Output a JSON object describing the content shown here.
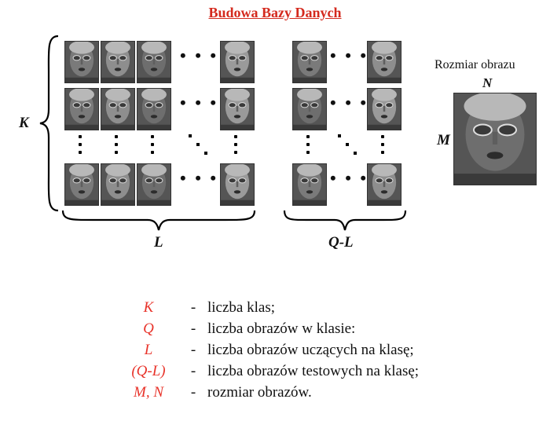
{
  "title": "Budowa Bazy Danych",
  "labels": {
    "K": "K",
    "L": "L",
    "QL": "Q-L",
    "M": "M",
    "N": "N",
    "size_caption": "Rozmiar obrazu"
  },
  "legend": [
    {
      "symbol": "K",
      "dash": "-",
      "desc": "liczba klas;"
    },
    {
      "symbol": "Q",
      "dash": "-",
      "desc": "liczba obrazów w klasie:"
    },
    {
      "symbol": "L",
      "dash": "-",
      "desc": "liczba obrazów uczących na klasę;"
    },
    {
      "symbol": "(Q-L)",
      "dash": "-",
      "desc": "liczba obrazów testowych na klasę;"
    },
    {
      "symbol": "M, N",
      "dash": "-",
      "desc": "rozmiar obrazów."
    }
  ],
  "colors": {
    "title": "#d42a1e",
    "legend_symbol": "#e8332a"
  }
}
